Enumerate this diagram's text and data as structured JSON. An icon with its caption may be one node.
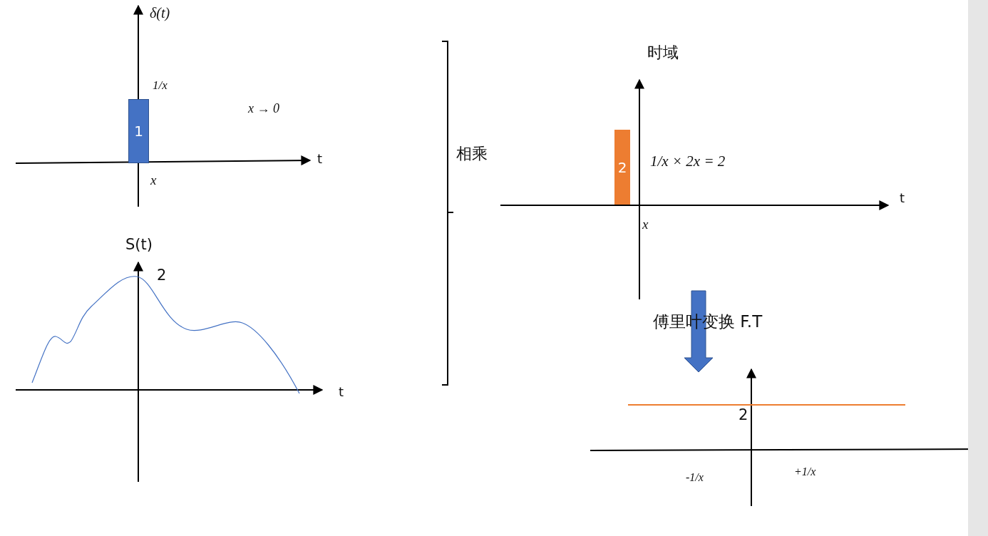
{
  "diagram": {
    "nodes": [
      {
        "text": [
          "1"
        ]
      },
      {
        "text": [
          "2"
        ]
      }
    ],
    "labels": [
      "δ(t)",
      "1/x",
      "x → 0",
      "t",
      "x",
      "S(t)",
      "2",
      "t",
      "时域",
      "相乘",
      "1/x × 2x = 2",
      "t",
      "x",
      "傅里叶变换 F.T",
      "2",
      "-1/x",
      "+1/x"
    ]
  }
}
